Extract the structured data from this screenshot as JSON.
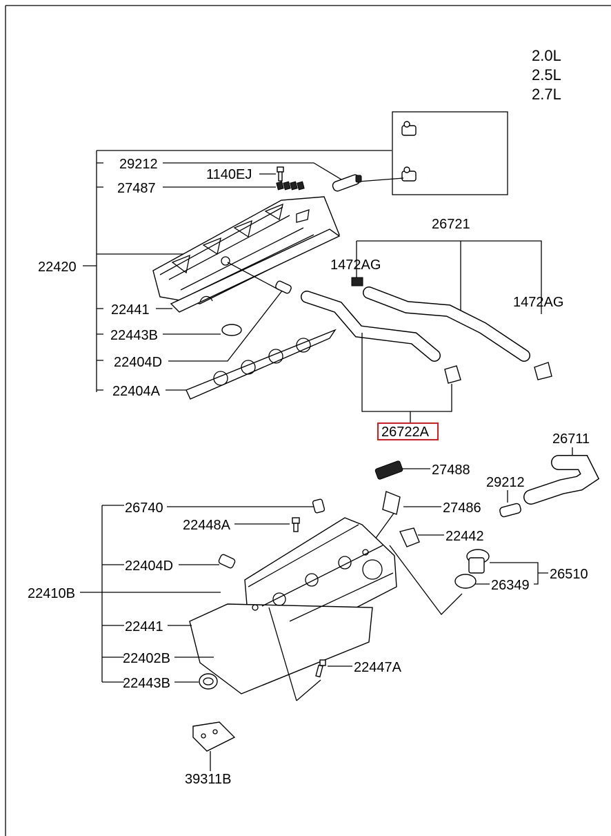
{
  "engine_variants": [
    "2.0L",
    "2.5L",
    "2.7L"
  ],
  "parts": {
    "p29212_top": "29212",
    "p1140EJ": "1140EJ",
    "p27487": "27487",
    "p22420": "22420",
    "p22441_top": "22441",
    "p22443B_top": "22443B",
    "p22404D_top": "22404D",
    "p22404A": "22404A",
    "p26721": "26721",
    "p1472AG_left": "1472AG",
    "p1472AG_right": "1472AG",
    "p26722A": "26722A",
    "p26711": "26711",
    "p27488": "27488",
    "p29212_bot": "29212",
    "p26740": "26740",
    "p27486": "27486",
    "p22448A": "22448A",
    "p22442": "22442",
    "p22404D_bot": "22404D",
    "p26510": "26510",
    "p26349": "26349",
    "p22410B": "22410B",
    "p22441_bot": "22441",
    "p22402B": "22402B",
    "p22447A": "22447A",
    "p22443B_bot": "22443B",
    "p39311B": "39311B"
  },
  "highlighted_part": "26722A",
  "colors": {
    "highlight": "#e0181b",
    "line": "#000000",
    "background": "#ffffff"
  }
}
